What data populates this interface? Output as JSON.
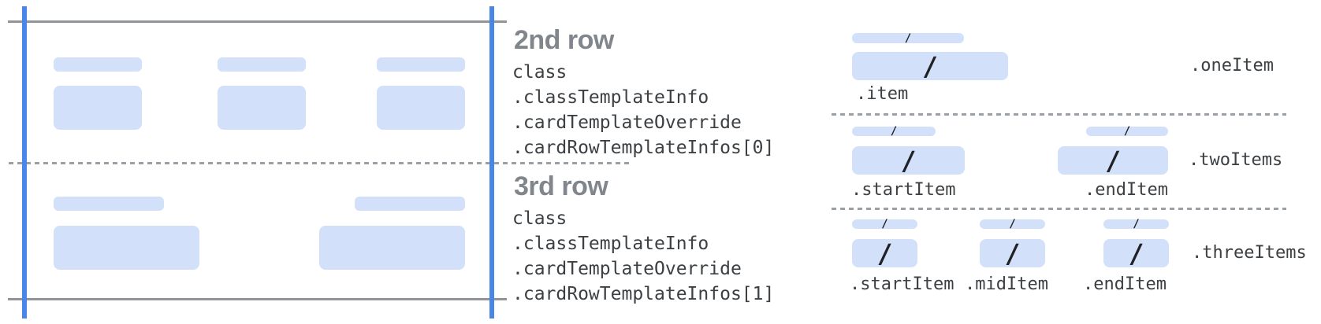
{
  "left_panel": {
    "row2": {
      "heading": "2nd row",
      "code_lines": [
        "class",
        ".classTemplateInfo",
        ".cardTemplateOverride",
        ".cardRowTemplateInfos[0]"
      ]
    },
    "row3": {
      "heading": "3rd row",
      "code_lines": [
        "class",
        ".classTemplateInfo",
        ".cardTemplateOverride",
        ".cardRowTemplateInfos[1]"
      ]
    }
  },
  "right_panel": {
    "slash": "/",
    "one_item": {
      "row_label": ".oneItem",
      "item_labels": [
        ".item"
      ]
    },
    "two_items": {
      "row_label": ".twoItems",
      "item_labels": [
        ".startItem",
        ".endItem"
      ]
    },
    "three_items": {
      "row_label": ".threeItems",
      "item_labels": [
        ".startItem",
        ".midItem",
        ".endItem"
      ]
    }
  },
  "colors": {
    "placeholder_fill": "#d2e0f9",
    "guide_blue": "#4a86e8",
    "guide_gray": "#919599",
    "dash_gray": "#9aa0a6",
    "heading_gray": "#80868b",
    "code_text": "#3c4043",
    "slash_color": "#202124"
  }
}
